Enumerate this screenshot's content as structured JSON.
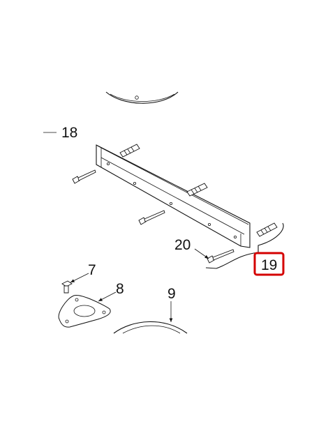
{
  "callouts": {
    "c18": "18",
    "c19": "19",
    "c20": "20",
    "c7": "7",
    "c8": "8",
    "c9": "9"
  },
  "highlight": {
    "color": "#d40000",
    "label": "19"
  }
}
